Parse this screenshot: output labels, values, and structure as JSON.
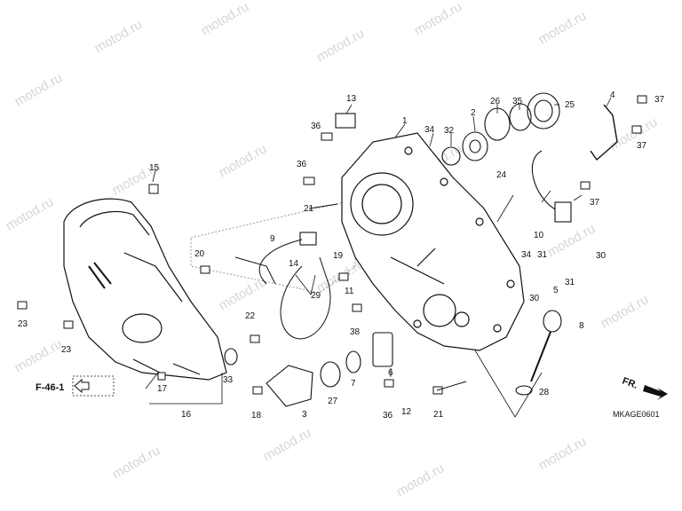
{
  "watermark": "motod.ru",
  "diagram_code": "MKAGE0601",
  "front_marker": "FR.",
  "reference": "F-46-1",
  "callouts": [
    {
      "id": "c1",
      "label": "1"
    },
    {
      "id": "c2",
      "label": "2"
    },
    {
      "id": "c3",
      "label": "3"
    },
    {
      "id": "c4",
      "label": "4"
    },
    {
      "id": "c5",
      "label": "5"
    },
    {
      "id": "c6",
      "label": "6"
    },
    {
      "id": "c7",
      "label": "7"
    },
    {
      "id": "c8",
      "label": "8"
    },
    {
      "id": "c9",
      "label": "9"
    },
    {
      "id": "c10",
      "label": "10"
    },
    {
      "id": "c11",
      "label": "11"
    },
    {
      "id": "c12",
      "label": "12"
    },
    {
      "id": "c13",
      "label": "13"
    },
    {
      "id": "c14",
      "label": "14"
    },
    {
      "id": "c15",
      "label": "15"
    },
    {
      "id": "c16",
      "label": "16"
    },
    {
      "id": "c17",
      "label": "17"
    },
    {
      "id": "c18",
      "label": "18"
    },
    {
      "id": "c19",
      "label": "19"
    },
    {
      "id": "c20",
      "label": "20"
    },
    {
      "id": "c21a",
      "label": "21"
    },
    {
      "id": "c21b",
      "label": "21"
    },
    {
      "id": "c22",
      "label": "22"
    },
    {
      "id": "c23a",
      "label": "23"
    },
    {
      "id": "c23b",
      "label": "23"
    },
    {
      "id": "c24",
      "label": "24"
    },
    {
      "id": "c25",
      "label": "25"
    },
    {
      "id": "c26",
      "label": "26"
    },
    {
      "id": "c27",
      "label": "27"
    },
    {
      "id": "c28",
      "label": "28"
    },
    {
      "id": "c29",
      "label": "29"
    },
    {
      "id": "c30a",
      "label": "30"
    },
    {
      "id": "c30b",
      "label": "30"
    },
    {
      "id": "c31a",
      "label": "31"
    },
    {
      "id": "c31b",
      "label": "31"
    },
    {
      "id": "c32",
      "label": "32"
    },
    {
      "id": "c33",
      "label": "33"
    },
    {
      "id": "c34a",
      "label": "34"
    },
    {
      "id": "c34b",
      "label": "34"
    },
    {
      "id": "c35",
      "label": "35"
    },
    {
      "id": "c36a",
      "label": "36"
    },
    {
      "id": "c36b",
      "label": "36"
    },
    {
      "id": "c36c",
      "label": "36"
    },
    {
      "id": "c37a",
      "label": "37"
    },
    {
      "id": "c37b",
      "label": "37"
    },
    {
      "id": "c37c",
      "label": "37"
    },
    {
      "id": "c38",
      "label": "38"
    }
  ]
}
